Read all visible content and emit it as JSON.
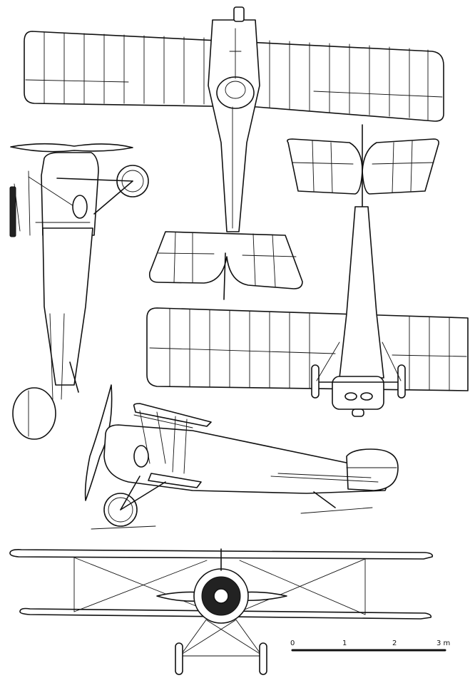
{
  "scale_bar": {
    "ticks": [
      "0",
      "1",
      "2",
      "3 m"
    ]
  },
  "views": [
    {
      "name": "plan-view"
    },
    {
      "name": "front-view-of-fuselage"
    },
    {
      "name": "underside-view"
    },
    {
      "name": "side-view"
    },
    {
      "name": "head-on-view"
    }
  ]
}
